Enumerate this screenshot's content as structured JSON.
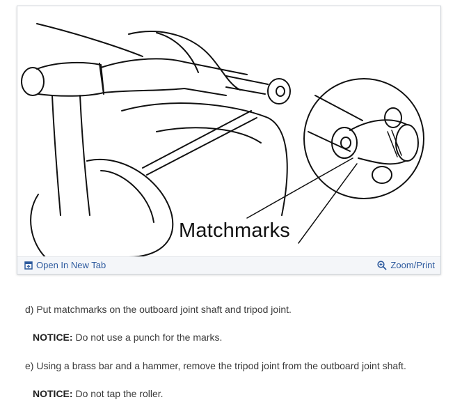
{
  "figure": {
    "caption_label": "Matchmarks",
    "open_tab_label": "Open In New Tab",
    "zoom_label": "Zoom/Print",
    "accent_color": "#2d5a9e"
  },
  "steps": [
    {
      "text": "d) Put matchmarks on the outboard joint shaft and tripod joint."
    },
    {
      "notice_label": "NOTICE:",
      "notice_text": " Do not use a punch for the marks."
    },
    {
      "text": "e) Using a brass bar and a hammer, remove the tripod joint from the outboard joint shaft."
    },
    {
      "notice_label": "NOTICE:",
      "notice_text": " Do not tap the roller."
    }
  ],
  "icons": [
    "open-in-new-tab-icon",
    "zoom-icon"
  ]
}
